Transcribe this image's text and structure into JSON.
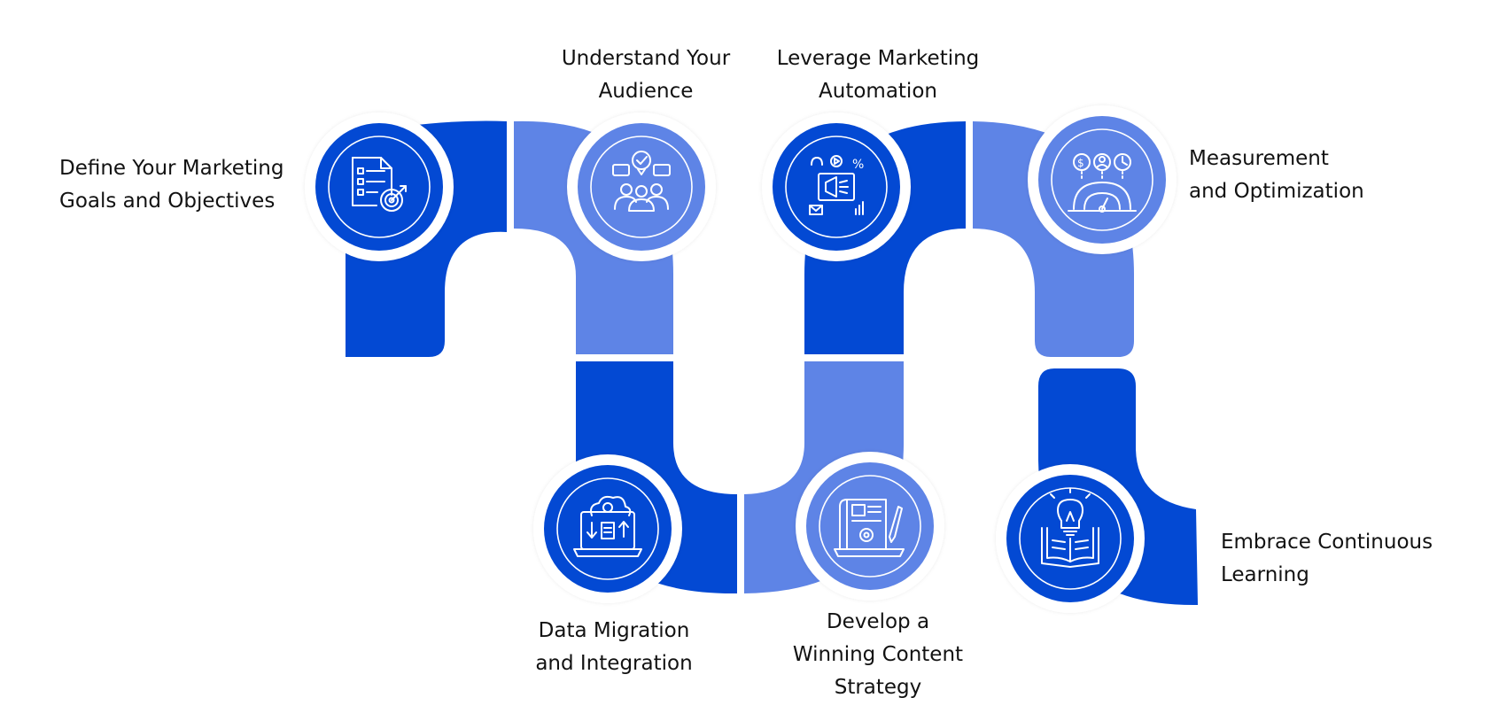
{
  "colors": {
    "dark_blue": "#0349D3",
    "light_blue": "#5E84E6",
    "icon_stroke": "#ffffff",
    "text": "#121212"
  },
  "steps": [
    {
      "id": "define-goals",
      "line1": "Define Your Marketing",
      "line2": "Goals and Objectives",
      "icon": "checklist-target-icon",
      "tone": "dark"
    },
    {
      "id": "understand-audience",
      "line1": "Understand Your",
      "line2": "Audience",
      "icon": "audience-people-icon",
      "tone": "light"
    },
    {
      "id": "data-migration",
      "line1": "Data Migration",
      "line2": "and Integration",
      "icon": "cloud-laptop-migration-icon",
      "tone": "dark"
    },
    {
      "id": "content-strategy",
      "line1": "Develop a",
      "line2": "Winning Content",
      "line3": "Strategy",
      "icon": "content-document-pen-icon",
      "tone": "light"
    },
    {
      "id": "marketing-automation",
      "line1": "Leverage Marketing",
      "line2": "Automation",
      "icon": "megaphone-automation-icon",
      "tone": "dark"
    },
    {
      "id": "measurement",
      "line1": "Measurement",
      "line2": "and Optimization",
      "icon": "gauge-metrics-icon",
      "tone": "light"
    },
    {
      "id": "continuous-learning",
      "line1": "Embrace Continuous",
      "line2": "Learning",
      "icon": "book-lightbulb-icon",
      "tone": "dark"
    }
  ]
}
